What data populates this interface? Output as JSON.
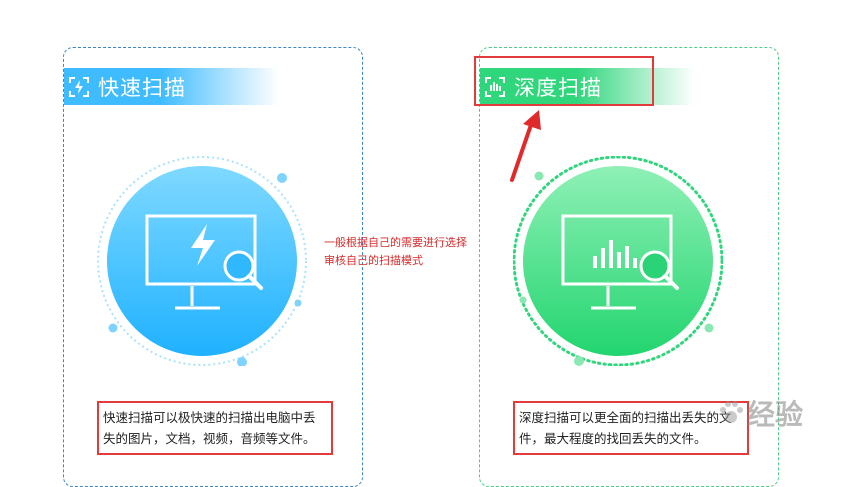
{
  "quick_scan": {
    "title": "快速扫描",
    "description": "快速扫描可以极快速的扫描出电脑中丢失的图片，文档，视频，音频等文件。",
    "accent": "#3fbcff"
  },
  "deep_scan": {
    "title": "深度扫描",
    "description": "深度扫描可以更全面的扫描出丢失的文件，最大程度的找回丢失的文件。",
    "accent": "#2fd67c"
  },
  "annotation": {
    "line1": "一般根据自己的需要进行选择",
    "line2": "审核自己的扫描模式",
    "color": "#d42a2a"
  },
  "watermark": {
    "text": "经验"
  }
}
